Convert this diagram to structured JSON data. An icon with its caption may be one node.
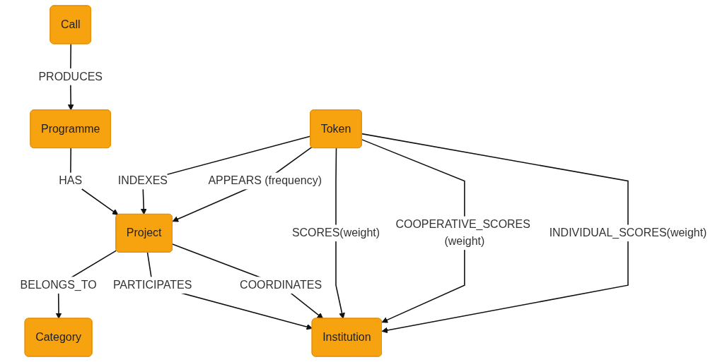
{
  "diagram": {
    "nodes": [
      {
        "text": [
          "Call"
        ]
      },
      {
        "text": [
          "Category"
        ]
      },
      {
        "text": [
          "Programme"
        ]
      },
      {
        "text": [
          "Project"
        ]
      },
      {
        "text": [
          "Institution"
        ]
      },
      {
        "text": [
          "Token"
        ]
      }
    ],
    "edges": [
      {
        "from": 0,
        "to": 2,
        "arrow": "to",
        "label": "PRODUCES"
      },
      {
        "from": 2,
        "to": 3,
        "arrow": "to",
        "label": "HAS"
      },
      {
        "from": 3,
        "to": 1,
        "arrow": "to",
        "label": "BELONGS_TO"
      },
      {
        "from": 3,
        "to": 4,
        "arrow": "to",
        "label": "PARTICIPATES"
      },
      {
        "from": 3,
        "to": 4,
        "arrow": "to",
        "label": "COORDINATES"
      },
      {
        "from": 5,
        "to": 3,
        "arrow": "to",
        "label": "INDEXES"
      },
      {
        "from": 5,
        "to": 3,
        "arrow": "to",
        "label": "APPEARS (frequency)"
      },
      {
        "from": 5,
        "to": 4,
        "arrow": "to",
        "label": "SCORES(weight)"
      },
      {
        "from": 5,
        "to": 4,
        "arrow": "to",
        "label": "COOPERATIVE_SCORES (weight)"
      },
      {
        "from": 5,
        "to": 4,
        "arrow": "to",
        "label": "INDIVIDUAL_SCORES(weight)"
      }
    ]
  }
}
